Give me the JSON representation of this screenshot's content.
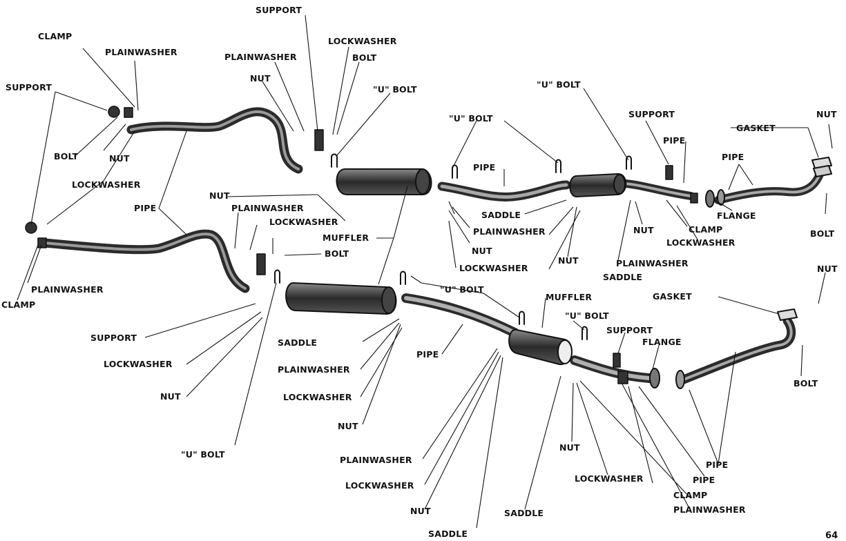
{
  "labels": {
    "support_top": "SUPPORT",
    "clamp_top": "CLAMP",
    "plainwasher_top": "PLAINWASHER",
    "support_left": "SUPPORT",
    "bolt_left": "BOLT",
    "nut_left": "NUT",
    "lockwasher_left": "LOCKWASHER",
    "pipe_left": "PIPE",
    "plainwasher_left_bottom": "PLAINWASHER",
    "clamp_left_bottom": "CLAMP",
    "plainwasher_mid_top": "PLAINWASHER",
    "lockwasher_mid_top": "LOCKWASHER",
    "bolt_mid_top": "BOLT",
    "nut_mid_top": "NUT",
    "ubolt_mid_top": "\"U\" BOLT",
    "nut_mid": "NUT",
    "plainwasher_mid": "PLAINWASHER",
    "lockwasher_mid": "LOCKWASHER",
    "bolt_mid": "BOLT",
    "muffler_mid": "MUFFLER",
    "support_bottom_left": "SUPPORT",
    "lockwasher_bottom_left": "LOCKWASHER",
    "nut_bottom_left": "NUT",
    "ubolt_bottom_left": "\"U\" BOLT",
    "ubolt_center_top": "\"U\" BOLT",
    "pipe_center_top": "PIPE",
    "saddle_center": "SADDLE",
    "plainwasher_center": "PLAINWASHER",
    "nut_center": "NUT",
    "lockwasher_center": "LOCKWASHER",
    "nut_center_right": "NUT",
    "ubolt_right_top": "\"U\" BOLT",
    "support_right_top": "SUPPORT",
    "pipe_right_small": "PIPE",
    "gasket_right_top": "GASKET",
    "nut_right_top": "NUT",
    "pipe_right_top": "PIPE",
    "flange_right_top": "FLANGE",
    "clamp_right_top": "CLAMP",
    "lockwasher_right_top": "LOCKWASHER",
    "nut_right_mid": "NUT",
    "bolt_right_top": "BOLT",
    "plainwasher_right_mid": "PLAINWASHER",
    "saddle_right_mid": "SADDLE",
    "ubolt_lower_mid": "\"U\" BOLT",
    "saddle_lower": "SADDLE",
    "plainwasher_lower": "PLAINWASHER",
    "lockwasher_lower": "LOCKWASHER",
    "nut_lower": "NUT",
    "pipe_lower": "PIPE",
    "muffler_lower": "MUFFLER",
    "ubolt_lower_right": "\"U\" BOLT",
    "support_lower_right": "SUPPORT",
    "flange_lower_right": "FLANGE",
    "gasket_lower_right": "GASKET",
    "nut_lower_right": "NUT",
    "bolt_lower_right": "BOLT",
    "plainwasher_bottom": "PLAINWASHER",
    "lockwasher_bottom": "LOCKWASHER",
    "nut_bottom": "NUT",
    "saddle_bottom": "SADDLE",
    "saddle_bottom2": "SADDLE",
    "nut_bottom_right": "NUT",
    "lockwasher_bottom_right": "LOCKWASHER",
    "pipe_bottom_right_1": "PIPE",
    "pipe_bottom_right_2": "PIPE",
    "clamp_bottom_right": "CLAMP",
    "plainwasher_bottom_right": "PLAINWASHER"
  },
  "page_number": "64"
}
